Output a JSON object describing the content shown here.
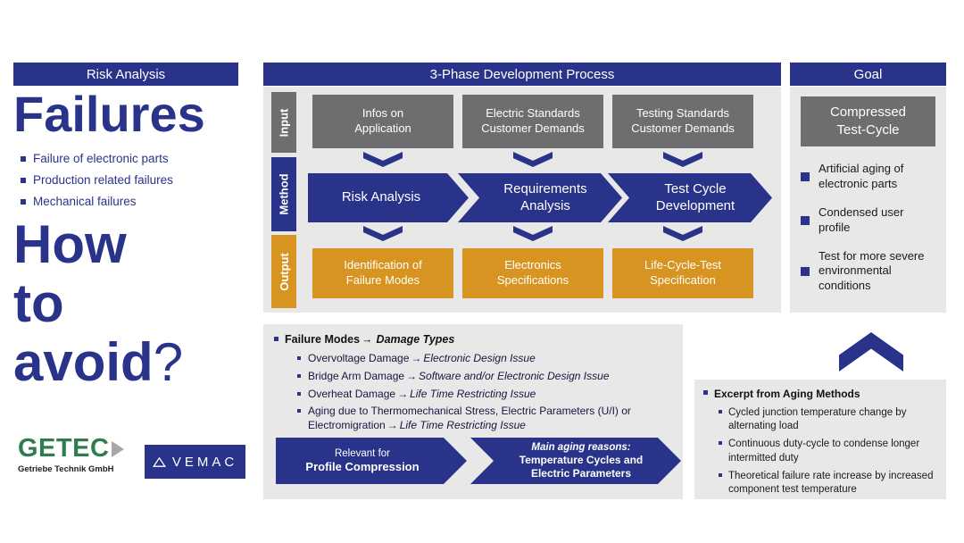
{
  "colors": {
    "navy": "#293389",
    "gray": "#6E6E71",
    "orange": "#D79420",
    "panel": "#E9E8E8",
    "getec_green": "#2F7D4F"
  },
  "left": {
    "header": "Risk Analysis",
    "title": "Failures",
    "bullets": [
      "Failure of electronic parts",
      "Production related failures",
      "Mechanical failures"
    ],
    "question": {
      "line1": "How",
      "line2": "to",
      "word": "avoid",
      "mark": "?"
    }
  },
  "logos": {
    "getec_name": "GETEC",
    "getec_sub": "Getriebe Technik GmbH",
    "vemac_name": "VEMAC"
  },
  "process": {
    "header": "3-Phase Development Process",
    "labels": [
      "Input",
      "Method",
      "Output"
    ],
    "input_boxes": [
      "Infos on\nApplication",
      "Electric Standards\nCustomer Demands",
      "Testing Standards\nCustomer Demands"
    ],
    "method_steps": [
      "Risk Analysis",
      "Requirements\nAnalysis",
      "Test Cycle\nDevelopment"
    ],
    "output_boxes": [
      "Identification of\nFailure Modes",
      "Electronics\nSpecifications",
      "Life-Cycle-Test\nSpecification"
    ]
  },
  "failure": {
    "title_text": "Failure Modes",
    "arrow": "→",
    "title_em": "Damage Types",
    "items": [
      {
        "text": "Overvoltage Damage",
        "issue": "Electronic Design Issue"
      },
      {
        "text": "Bridge Arm Damage",
        "issue": "Software and/or Electronic Design Issue"
      },
      {
        "text": "Overheat Damage",
        "issue": "Life Time Restricting Issue"
      },
      {
        "text": "Aging due to Thermomechanical Stress, Electric Parameters (U/I) or Electromigration",
        "issue": "Life Time Restricting Issue"
      }
    ],
    "banner1": {
      "line1": "Relevant for",
      "line2": "Profile Compression"
    },
    "banner2": {
      "line1": "Main aging reasons:",
      "line2": "Temperature Cycles and Electric Parameters"
    }
  },
  "goal": {
    "header": "Goal",
    "box": "Compressed\nTest-Cycle",
    "bullets": [
      "Artificial aging of electronic parts",
      "Condensed user profile",
      "Test for more severe environmental conditions"
    ]
  },
  "aging": {
    "title": "Excerpt from Aging Methods",
    "bullets": [
      "Cycled junction temperature change by alternating load",
      "Continuous duty-cycle to condense longer intermitted duty",
      "Theoretical failure rate increase by increased component test temperature"
    ]
  }
}
